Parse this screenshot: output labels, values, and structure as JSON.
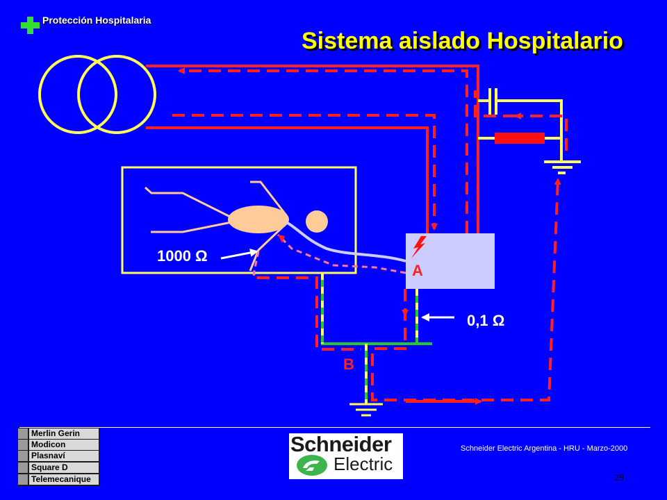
{
  "header": {
    "label": "Protección Hospitalaria",
    "cross_color": "#33dd33"
  },
  "title": "Sistema aislado Hospitalario",
  "diagram": {
    "patient_resistance": "1000 Ω",
    "ground_resistance": "0,1 Ω",
    "point_a": "A",
    "point_b": "B",
    "colors": {
      "background": "#0000ff",
      "conductor": "#ff2020",
      "fault_path": "#ff2020",
      "equipment": "#ffff55",
      "earth_conductor": "#22cc22",
      "patient_skin": "#ffcc99",
      "device_box": "#ccccff"
    }
  },
  "brands": [
    "Merlin Gerin",
    "Modicon",
    "Plasnaví",
    "Square D",
    "Telemecanique"
  ],
  "logo": {
    "name": "Schneider",
    "sub": "Electric"
  },
  "footer": "Schneider Electric Argentina - HRU - Marzo-2000",
  "page_number": "29"
}
